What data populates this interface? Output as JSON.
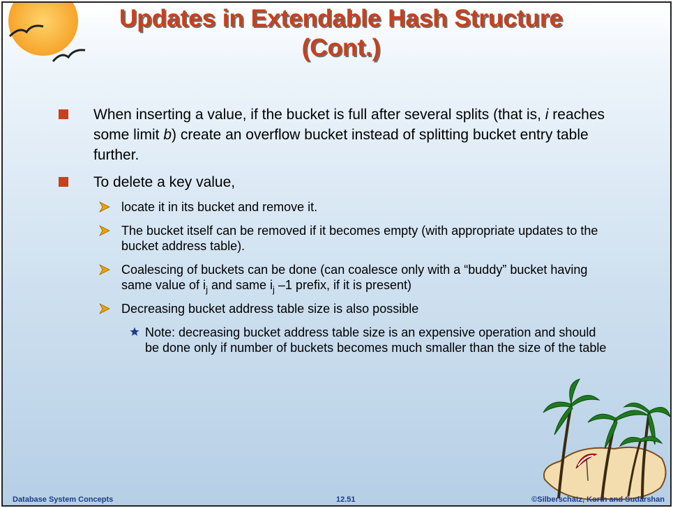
{
  "slide": {
    "title_line1": "Updates in Extendable Hash Structure",
    "title_line2": "(Cont.)",
    "bullet1": {
      "part1": "When inserting a value, if the bucket is full after several splits (that is, ",
      "italic_i": "i",
      "part2": " reaches some limit ",
      "italic_b": "b",
      "part3": ") create an overflow bucket instead of splitting bucket entry table further."
    },
    "bullet2": "To delete a key value,",
    "sub1": "locate it in its bucket and remove it.",
    "sub2": "The bucket itself can be removed if it becomes empty (with appropriate updates to the bucket address table).",
    "sub3": {
      "part1": "Coalescing of buckets can be done (can coalesce only with a “buddy” bucket having same value of i",
      "sub_a": "j",
      "part2": " and same i",
      "sub_b": "j",
      "part3": " –1 prefix, if it is present)"
    },
    "sub4": "Decreasing bucket address table size is also possible",
    "subsub1": "Note: decreasing bucket address table size is an expensive operation and should be done only if number of buckets becomes much smaller than the size of the table"
  },
  "footer": {
    "left": "Database System Concepts",
    "middle": "12.51",
    "right": "©Silberschatz, Korth and Sudarshan"
  },
  "colors": {
    "title": "#c8401c",
    "bullet": "#c8401c",
    "arrow": "#f0a000",
    "footer": "#1d3a8a"
  },
  "icons": [
    "sun-icon",
    "bird-icon",
    "arrow-bullet-icon",
    "star-bullet-icon",
    "palm-island-icon"
  ]
}
